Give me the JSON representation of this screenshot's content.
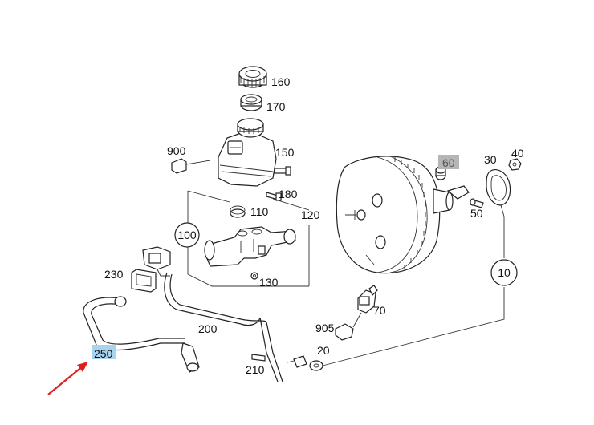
{
  "parts": {
    "p160": "160",
    "p170": "170",
    "p900": "900",
    "p150": "150",
    "p180": "180",
    "p110": "110",
    "p120": "120",
    "p100": "100",
    "p130": "130",
    "p230": "230",
    "p200": "200",
    "p250": "250",
    "p210": "210",
    "p20": "20",
    "p905": "905",
    "p70": "70",
    "p60": "60",
    "p30": "30",
    "p40": "40",
    "p50": "50",
    "p10": "10"
  },
  "highlights": {
    "selected_color": "#a9d4f0",
    "gray_color": "#b5b5b5",
    "arrow_color": "#e01e1e"
  }
}
